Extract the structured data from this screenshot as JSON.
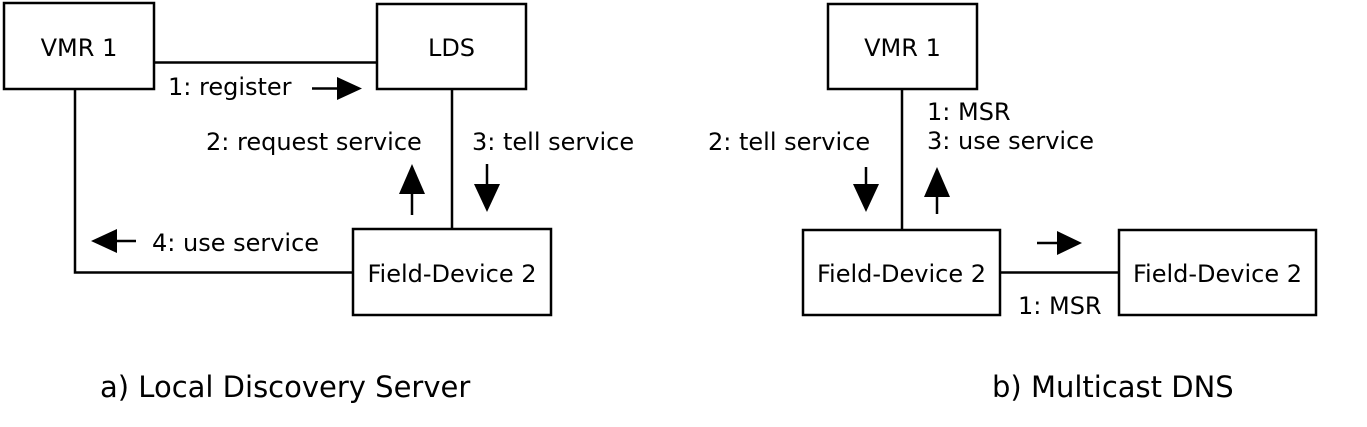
{
  "figure": {
    "panels": [
      {
        "id": "a",
        "caption": "a) Local Discovery Server",
        "nodes": {
          "vmr1": "VMR 1",
          "lds": "LDS",
          "fd2": "Field-Device 2"
        },
        "labels": {
          "register": "1: register",
          "request_service": "2: request service",
          "tell_service": "3: tell service",
          "use_service": "4: use service"
        }
      },
      {
        "id": "b",
        "caption": "b) Multicast DNS",
        "nodes": {
          "vmr1": "VMR 1",
          "fd2_left": "Field-Device 2",
          "fd2_right": "Field-Device 2"
        },
        "labels": {
          "msr": "1: MSR",
          "use_service": "3: use service",
          "tell_service": "2: tell service",
          "msr_bottom": "1: MSR"
        }
      }
    ]
  },
  "colors": {
    "stroke": "#000000",
    "text": "#000000",
    "background": "#ffffff",
    "node_fill": "#ffffff"
  }
}
